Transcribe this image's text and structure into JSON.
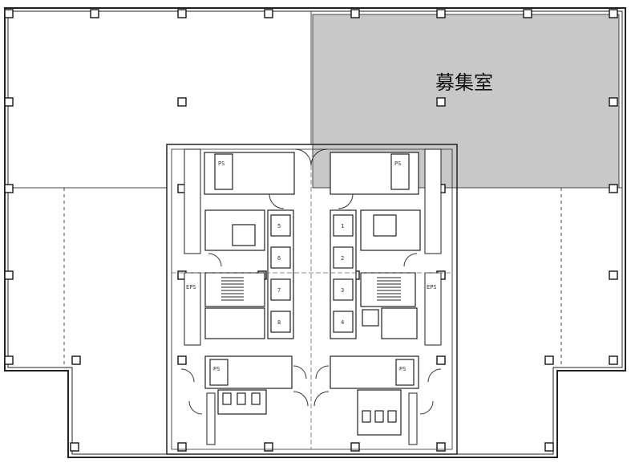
{
  "floor_plan": {
    "vacancy_label": "募集室",
    "colors": {
      "wall": "#222222",
      "thin_line": "#555555",
      "vacancy_fill": "#c8c8c8",
      "background": "#ffffff"
    },
    "elevator_numbers_left": [
      "5",
      "6",
      "7",
      "8"
    ],
    "elevator_numbers_right": [
      "1",
      "2",
      "3",
      "4"
    ],
    "small_labels": {
      "left_ps_upper": "PS",
      "right_ps_upper": "PS",
      "left_ps_lower": "PS",
      "right_ps_lower": "PS",
      "left_eps": "EPS",
      "right_eps": "EPS"
    }
  }
}
